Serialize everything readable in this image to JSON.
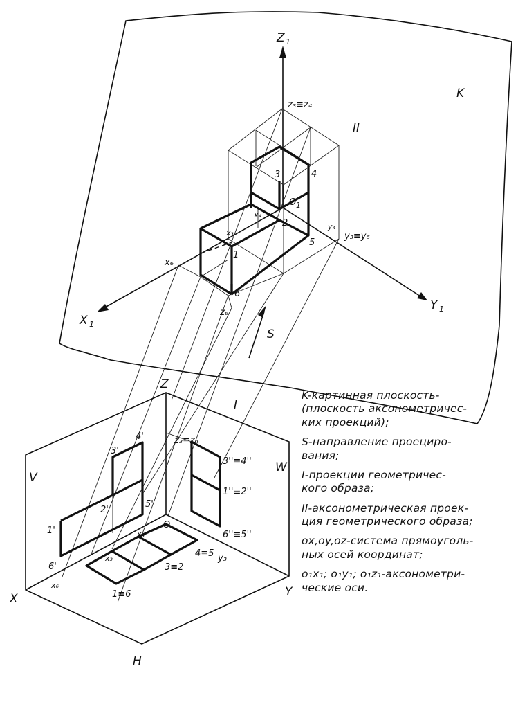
{
  "labels": {
    "K": "K",
    "II": "II",
    "I": "I",
    "Z1": "Z",
    "Z1_sub": "1",
    "X1": "X",
    "X1_sub": "1",
    "Y1": "Y",
    "Y1_sub": "1",
    "O1": "O",
    "O1_sub": "1",
    "z3z4_top": "z₃≡z₄",
    "z6_top": "z₆",
    "x6_top": "x₆",
    "x3_top": "x₃",
    "x4_top": "x₄",
    "y4_top": "y₄",
    "y3y6_top": "y₃≡y₆",
    "p1": "1",
    "p2": "2",
    "p3": "3",
    "p4": "4",
    "p5": "5",
    "p6": "6",
    "S": "S",
    "Z": "Z",
    "X": "X",
    "Y": "Y",
    "V": "V",
    "W": "W",
    "H": "H",
    "O": "O",
    "z3z4_bot": "z₃≡z₄",
    "x6_bot": "x₆",
    "x3_bot": "x₃",
    "x4_bot": "x₄",
    "y3_bot": "y₃",
    "p1v": "1'",
    "p2v": "2'",
    "p3v": "3'",
    "p4v": "4'",
    "p5v": "5'",
    "p6v": "6'",
    "p3w4w": "3''≡4''",
    "p1w2w": "1''≡2''",
    "p6w5w": "6''≡5''",
    "h16": "1≡6",
    "h32": "3≡2",
    "h45": "4≡5"
  },
  "legend": [
    "K-картинная плоскость-\n(плоскость аксонометричес-\nких проекций);",
    "S-направление проециро-\nвания;",
    "I-проекции геометричес-\nкого образа;",
    "II-аксонометрическая проек-\nция геометрического образа;",
    "ox,oy,oz-система прямоуголь-\nных осей координат;",
    "o₁x₁; o₁y₁; o₁z₁-аксонометри-\nческие оси."
  ]
}
